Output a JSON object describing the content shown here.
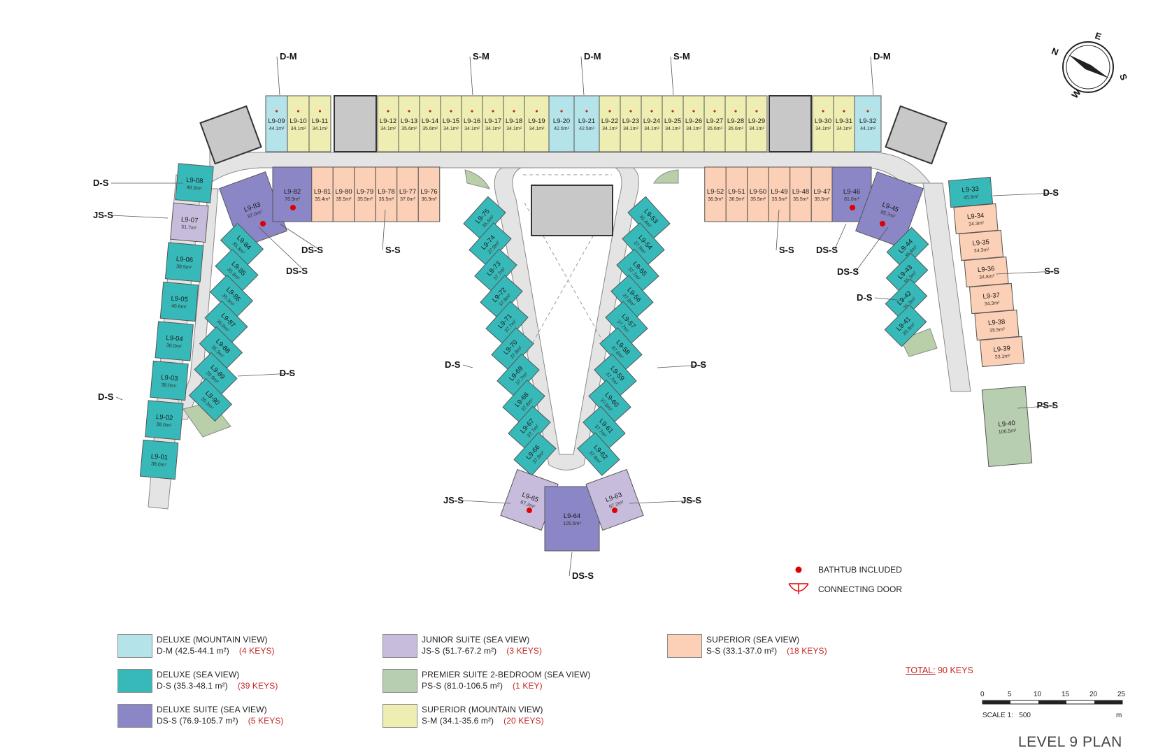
{
  "title": "LEVEL 9 PLAN",
  "compass": {
    "n": "N",
    "e": "E",
    "s": "S",
    "w": "W"
  },
  "colors": {
    "D-M": "#b4e4ea",
    "D-S": "#38b9b9",
    "DS-S": "#8b86c6",
    "JS-S": "#c8bcdc",
    "PS-S": "#b8ceb0",
    "S-M": "#eeeeb2",
    "S-S": "#fcd0b6",
    "corridor": "#e4e4e4",
    "core": "#bdbdbd",
    "bathtub": "#e00000"
  },
  "units_top": [
    {
      "id": "L9-09",
      "area": "44.1m²",
      "type": "D-M"
    },
    {
      "id": "L9-10",
      "area": "34.1m²",
      "type": "S-M"
    },
    {
      "id": "L9-11",
      "area": "34.1m²",
      "type": "S-M"
    },
    {
      "id": "L9-12",
      "area": "34.1m²",
      "type": "S-M"
    },
    {
      "id": "L9-13",
      "area": "35.6m²",
      "type": "S-M"
    },
    {
      "id": "L9-14",
      "area": "35.6m²",
      "type": "S-M"
    },
    {
      "id": "L9-15",
      "area": "34.1m²",
      "type": "S-M"
    },
    {
      "id": "L9-16",
      "area": "34.1m²",
      "type": "S-M"
    },
    {
      "id": "L9-17",
      "area": "34.1m²",
      "type": "S-M"
    },
    {
      "id": "L9-18",
      "area": "34.1m²",
      "type": "S-M"
    },
    {
      "id": "L9-19",
      "area": "34.1m²",
      "type": "S-M"
    },
    {
      "id": "L9-20",
      "area": "42.5m²",
      "type": "D-M"
    },
    {
      "id": "L9-21",
      "area": "42.5m²",
      "type": "D-M"
    },
    {
      "id": "L9-22",
      "area": "34.1m²",
      "type": "S-M"
    },
    {
      "id": "L9-23",
      "area": "34.1m²",
      "type": "S-M"
    },
    {
      "id": "L9-24",
      "area": "34.1m²",
      "type": "S-M"
    },
    {
      "id": "L9-25",
      "area": "34.1m²",
      "type": "S-M"
    },
    {
      "id": "L9-26",
      "area": "34.1m²",
      "type": "S-M"
    },
    {
      "id": "L9-27",
      "area": "35.6m²",
      "type": "S-M"
    },
    {
      "id": "L9-28",
      "area": "35.6m²",
      "type": "S-M"
    },
    {
      "id": "L9-29",
      "area": "34.1m²",
      "type": "S-M"
    },
    {
      "id": "L9-30",
      "area": "34.1m²",
      "type": "S-M"
    },
    {
      "id": "L9-31",
      "area": "34.1m²",
      "type": "S-M"
    },
    {
      "id": "L9-32",
      "area": "44.1m²",
      "type": "D-M"
    }
  ],
  "units_inner_left": [
    {
      "id": "L9-83",
      "area": "87.0m²",
      "type": "DS-S"
    },
    {
      "id": "L9-82",
      "area": "76.9m²",
      "type": "DS-S"
    },
    {
      "id": "L9-81",
      "area": "35.4m²",
      "type": "S-S"
    },
    {
      "id": "L9-80",
      "area": "35.5m²",
      "type": "S-S"
    },
    {
      "id": "L9-79",
      "area": "35.5m²",
      "type": "S-S"
    },
    {
      "id": "L9-78",
      "area": "35.5m²",
      "type": "S-S"
    },
    {
      "id": "L9-77",
      "area": "37.0m²",
      "type": "S-S"
    },
    {
      "id": "L9-76",
      "area": "36.9m²",
      "type": "S-S"
    }
  ],
  "units_inner_right": [
    {
      "id": "L9-52",
      "area": "36.9m²",
      "type": "S-S"
    },
    {
      "id": "L9-51",
      "area": "36.9m²",
      "type": "S-S"
    },
    {
      "id": "L9-50",
      "area": "35.5m²",
      "type": "S-S"
    },
    {
      "id": "L9-49",
      "area": "35.5m²",
      "type": "S-S"
    },
    {
      "id": "L9-48",
      "area": "35.5m²",
      "type": "S-S"
    },
    {
      "id": "L9-47",
      "area": "35.5m²",
      "type": "S-S"
    },
    {
      "id": "L9-46",
      "area": "81.0m²",
      "type": "DS-S"
    },
    {
      "id": "L9-45",
      "area": "85.7m²",
      "type": "DS-S"
    }
  ],
  "units_far_left": [
    {
      "id": "L9-08",
      "area": "48.3m²",
      "type": "D-S"
    },
    {
      "id": "L9-07",
      "area": "51.7m²",
      "type": "JS-S"
    },
    {
      "id": "L9-06",
      "area": "38.5m²",
      "type": "D-S"
    },
    {
      "id": "L9-05",
      "area": "40.6m²",
      "type": "D-S"
    },
    {
      "id": "L9-04",
      "area": "38.0m²",
      "type": "D-S"
    },
    {
      "id": "L9-03",
      "area": "38.0m²",
      "type": "D-S"
    },
    {
      "id": "L9-02",
      "area": "38.0m²",
      "type": "D-S"
    },
    {
      "id": "L9-01",
      "area": "38.0m²",
      "type": "D-S"
    }
  ],
  "units_left_diag": [
    {
      "id": "L9-84",
      "area": "35.3m²"
    },
    {
      "id": "L9-85",
      "area": "35.9m²"
    },
    {
      "id": "L9-86",
      "area": "35.3m²"
    },
    {
      "id": "L9-87",
      "area": "35.9m²"
    },
    {
      "id": "L9-88",
      "area": "35.3m²"
    },
    {
      "id": "L9-89",
      "area": "35.9m²"
    },
    {
      "id": "L9-90",
      "area": "35.3m²"
    }
  ],
  "units_center_left": [
    {
      "id": "L9-75",
      "area": "35.4m²"
    },
    {
      "id": "L9-74",
      "area": "37.9m²"
    },
    {
      "id": "L9-73",
      "area": "37.7m²"
    },
    {
      "id": "L9-72",
      "area": "37.8m²"
    },
    {
      "id": "L9-71",
      "area": "37.7m²"
    },
    {
      "id": "L9-70",
      "area": "37.8m²"
    },
    {
      "id": "L9-69",
      "area": "37.7m²"
    },
    {
      "id": "L9-68",
      "area": "37.8m²"
    },
    {
      "id": "L9-67",
      "area": "37.7m²"
    },
    {
      "id": "L9-66",
      "area": "37.8m²"
    }
  ],
  "units_center_right": [
    {
      "id": "L9-53",
      "area": "35.4m²"
    },
    {
      "id": "L9-54",
      "area": "37.9m²"
    },
    {
      "id": "L9-55",
      "area": "37.7m²"
    },
    {
      "id": "L9-56",
      "area": "37.8m²"
    },
    {
      "id": "L9-57",
      "area": "37.7m²"
    },
    {
      "id": "L9-58",
      "area": "37.8m²"
    },
    {
      "id": "L9-59",
      "area": "37.7m²"
    },
    {
      "id": "L9-60",
      "area": "37.8m²"
    },
    {
      "id": "L9-61",
      "area": "37.7m²"
    },
    {
      "id": "L9-62",
      "area": "37.8m²"
    }
  ],
  "units_bottom": [
    {
      "id": "L9-65",
      "area": "67.2m²",
      "type": "JS-S"
    },
    {
      "id": "L9-64",
      "area": "105.5m²",
      "type": "DS-S"
    },
    {
      "id": "L9-63",
      "area": "67.2m²",
      "type": "JS-S"
    }
  ],
  "units_right_inner": [
    {
      "id": "L9-44",
      "area": "35.9m²"
    },
    {
      "id": "L9-43",
      "area": "35.3m²"
    },
    {
      "id": "L9-42",
      "area": "35.3m²"
    },
    {
      "id": "L9-41",
      "area": "35.9m²"
    }
  ],
  "units_right_outer": [
    {
      "id": "L9-33",
      "area": "45.6m²",
      "type": "D-S"
    },
    {
      "id": "L9-34",
      "area": "34.3m²",
      "type": "S-S"
    },
    {
      "id": "L9-35",
      "area": "34.3m²",
      "type": "S-S"
    },
    {
      "id": "L9-36",
      "area": "34.8m²",
      "type": "S-S"
    },
    {
      "id": "L9-37",
      "area": "34.3m²",
      "type": "S-S"
    },
    {
      "id": "L9-38",
      "area": "35.5m²",
      "type": "S-S"
    },
    {
      "id": "L9-39",
      "area": "33.1m²",
      "type": "S-S"
    },
    {
      "id": "L9-40",
      "area": "106.5m²",
      "type": "PS-S"
    }
  ],
  "callouts": [
    "D-M",
    "S-M",
    "D-M",
    "S-M",
    "D-M",
    "D-S",
    "JS-S",
    "DS-S",
    "DS-S",
    "S-S",
    "S-S",
    "DS-S",
    "DS-S",
    "D-S",
    "S-S",
    "D-S",
    "D-S",
    "D-S",
    "D-S",
    "D-S",
    "PS-S",
    "JS-S",
    "JS-S",
    "DS-S"
  ],
  "notes": {
    "bathtub": "BATHTUB INCLUDED",
    "door": "CONNECTING DOOR"
  },
  "legend": [
    {
      "name": "DELUXE (MOUNTAIN VIEW)",
      "code": "D-M (42.5-44.1 m²)",
      "keys": "(4 KEYS)",
      "color": "#b4e4ea"
    },
    {
      "name": "DELUXE (SEA VIEW)",
      "code": "D-S (35.3-48.1 m²)",
      "keys": "(39 KEYS)",
      "color": "#38b9b9"
    },
    {
      "name": "DELUXE SUITE (SEA VIEW)",
      "code": "DS-S (76.9-105.7 m²)",
      "keys": "(5 KEYS)",
      "color": "#8b86c6"
    },
    {
      "name": "JUNIOR SUITE (SEA VIEW)",
      "code": "JS-S (51.7-67.2 m²)",
      "keys": "(3 KEYS)",
      "color": "#c8bcdc"
    },
    {
      "name": "PREMIER SUITE 2-BEDROOM (SEA VIEW)",
      "code": "PS-S (81.0-106.5 m²)",
      "keys": "(1 KEY)",
      "color": "#b8ceb0"
    },
    {
      "name": "SUPERIOR (MOUNTAIN VIEW)",
      "code": "S-M (34.1-35.6 m²)",
      "keys": "(20 KEYS)",
      "color": "#eeeeb2"
    },
    {
      "name": "SUPERIOR (SEA VIEW)",
      "code": "S-S (33.1-37.0 m²)",
      "keys": "(18 KEYS)",
      "color": "#fcd0b6"
    }
  ],
  "total": {
    "label": "TOTAL:",
    "value": "90 KEYS"
  },
  "scale": {
    "ticks": [
      "0",
      "5",
      "10",
      "15",
      "20",
      "25"
    ],
    "label": "SCALE 1:",
    "ratio": "500",
    "unit": "m"
  }
}
